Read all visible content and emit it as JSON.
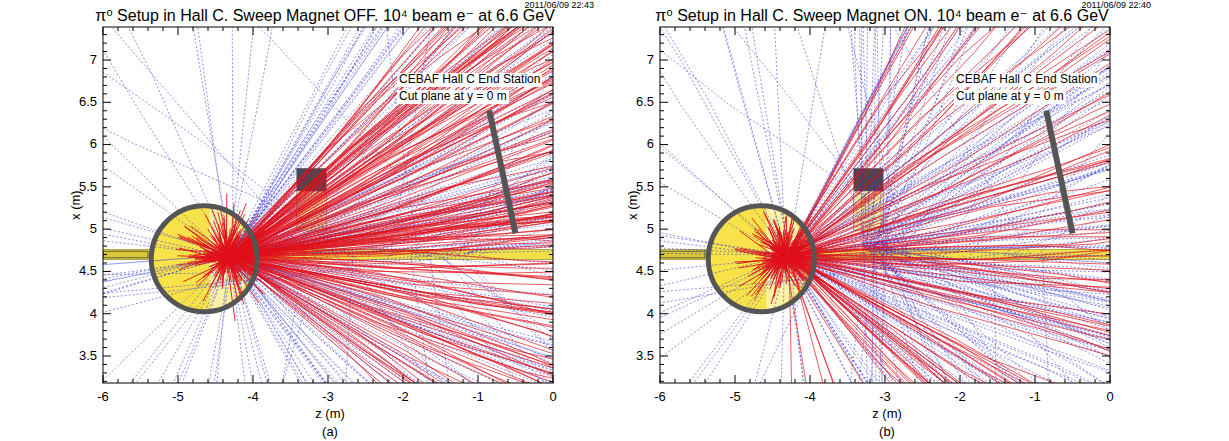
{
  "diagram": {
    "labels": [
      "π⁰ Setup in Hall C. Sweep Magnet OFF. 10⁴ beam e⁻ at 6.6 GeV",
      "2011/06/09  22:43",
      "CEBAF Hall C End Station",
      "Cut plane at y = 0 m",
      "3.5",
      "4",
      "4.5",
      "5",
      "5.5",
      "6",
      "6.5",
      "7",
      "-6",
      "-5",
      "-4",
      "-3",
      "-2",
      "-1",
      "0",
      "z (m)",
      "x (m)",
      "(a)",
      "π⁰ Setup in Hall C. Sweep Magnet ON. 10⁴ beam e⁻ at 6.6 GeV",
      "2011/06/09  22:40",
      "CEBAF Hall C End Station",
      "Cut plane at y = 0 m",
      "3.5",
      "4",
      "4.5",
      "5",
      "5.5",
      "6",
      "6.5",
      "7",
      "-6",
      "-5",
      "-4",
      "-3",
      "-2",
      "-1",
      "0",
      "z (m)",
      "x (m)",
      "(b)"
    ]
  }
}
